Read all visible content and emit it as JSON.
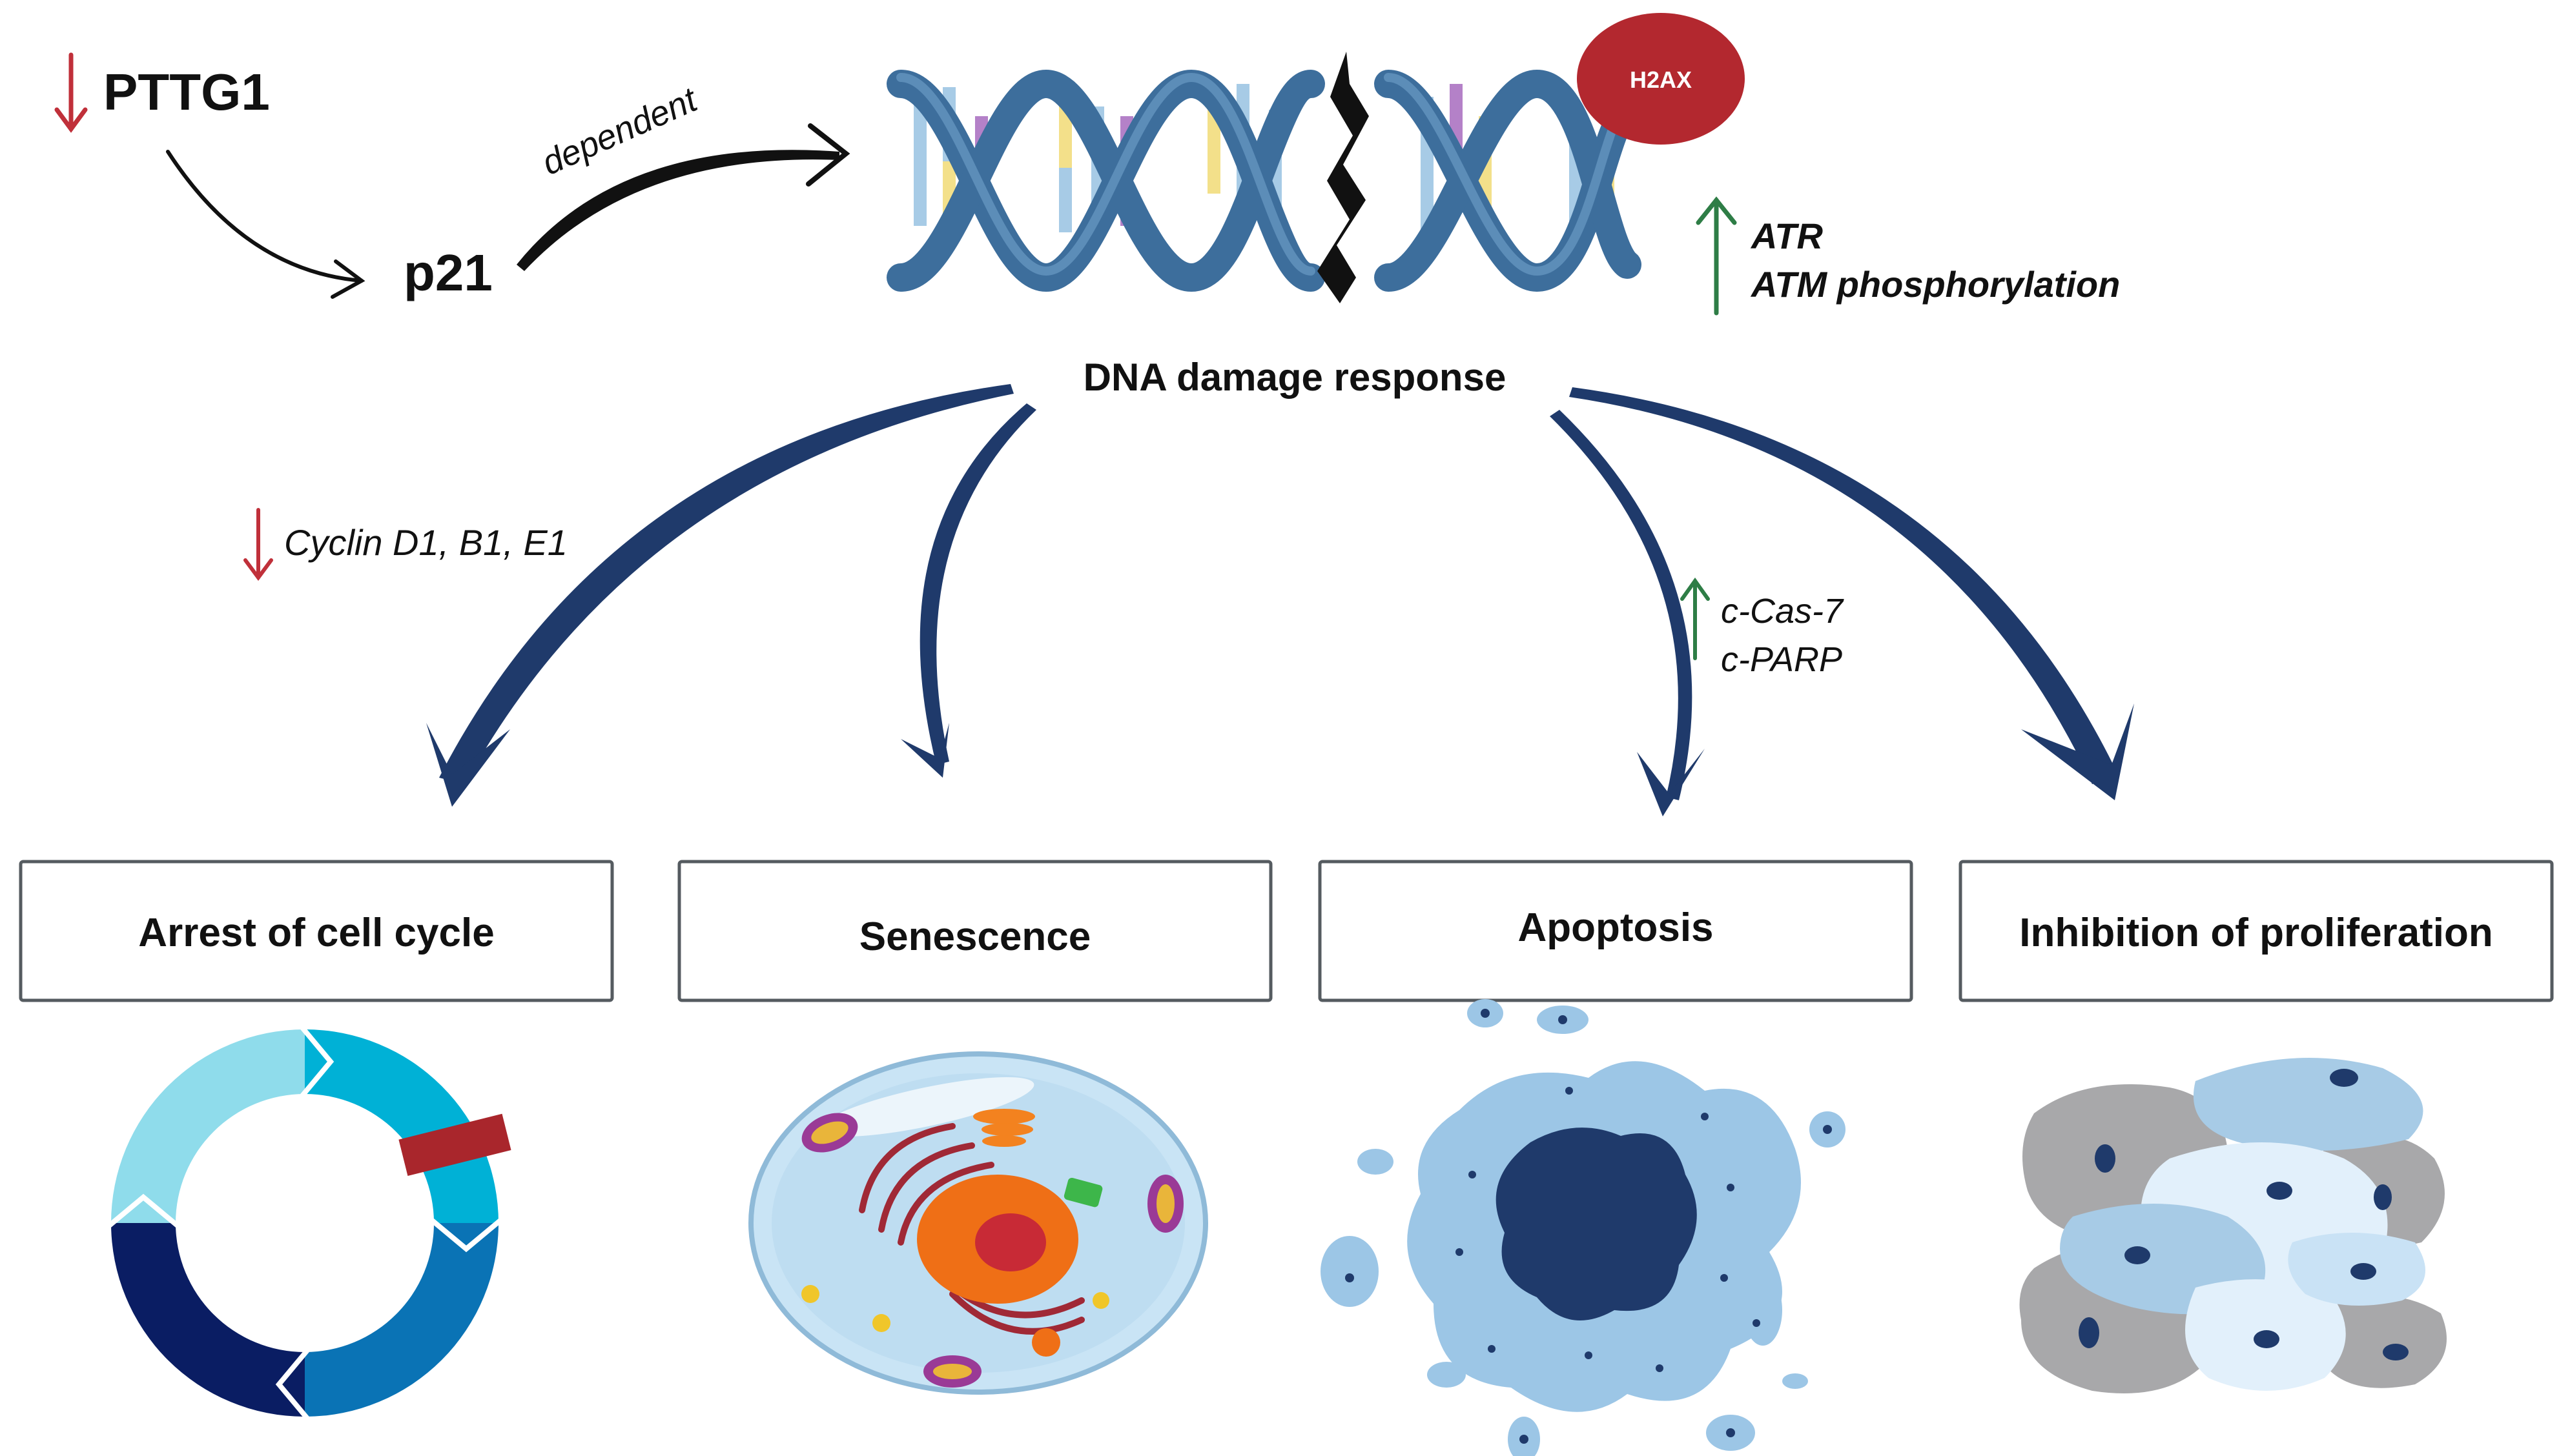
{
  "labels": {
    "pttg1": "PTTG1",
    "p21": "p21",
    "dependent": "dependent",
    "h2ax": "H2AX",
    "atr": "ATR",
    "atm": "ATM phosphorylation",
    "ddr": "DNA damage response",
    "cyclin": "Cyclin D1, B1, E1",
    "ccas7": "c-Cas-7",
    "cparp": "c-PARP"
  },
  "outcomes": [
    "Arrest of cell cycle",
    "Senescence",
    "Apoptosis",
    "Inhibition of proliferation"
  ],
  "colors": {
    "down_arrow": "#c0303a",
    "up_arrow": "#2e7d46",
    "main_arrow": "#1f3a6b",
    "dna_backbone": "#3d6e9c",
    "h2ax": "#b3282f"
  },
  "icons": {
    "outcome_1": "cell-cycle-icon",
    "outcome_2": "senescent-cell-icon",
    "outcome_3": "apoptotic-cell-icon",
    "outcome_4": "cell-cluster-icon"
  }
}
